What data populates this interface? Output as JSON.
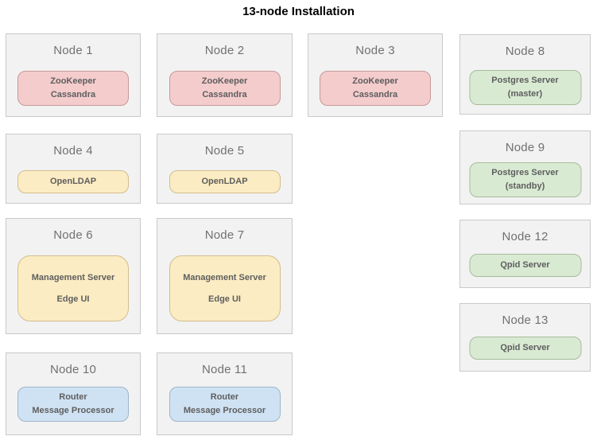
{
  "title": "13-node Installation",
  "palette": {
    "node_box_fill": "#f2f2f2",
    "node_box_border": "#c9c9c9",
    "zookeeper_cassandra_fill": "#f4cccc",
    "openldap_management_fill": "#fcecc3",
    "postgres_qpid_fill": "#d9ead3",
    "router_processor_fill": "#cfe2f3"
  },
  "nodes": [
    {
      "title": "Node 1",
      "services": [
        "ZooKeeper",
        "Cassandra"
      ],
      "color": "pink"
    },
    {
      "title": "Node 2",
      "services": [
        "ZooKeeper",
        "Cassandra"
      ],
      "color": "pink"
    },
    {
      "title": "Node 3",
      "services": [
        "ZooKeeper",
        "Cassandra"
      ],
      "color": "pink"
    },
    {
      "title": "Node 4",
      "services": [
        "OpenLDAP"
      ],
      "color": "yellow"
    },
    {
      "title": "Node 5",
      "services": [
        "OpenLDAP"
      ],
      "color": "yellow"
    },
    {
      "title": "Node 6",
      "services": [
        "Management Server",
        "Edge UI"
      ],
      "color": "yellow"
    },
    {
      "title": "Node 7",
      "services": [
        "Management Server",
        "Edge UI"
      ],
      "color": "yellow"
    },
    {
      "title": "Node 8",
      "services": [
        "Postgres Server",
        "(master)"
      ],
      "color": "green"
    },
    {
      "title": "Node 9",
      "services": [
        "Postgres Server",
        "(standby)"
      ],
      "color": "green"
    },
    {
      "title": "Node 10",
      "services": [
        "Router",
        "Message Processor"
      ],
      "color": "blue"
    },
    {
      "title": "Node 11",
      "services": [
        "Router",
        "Message Processor"
      ],
      "color": "blue"
    },
    {
      "title": "Node 12",
      "services": [
        "Qpid Server"
      ],
      "color": "green"
    },
    {
      "title": "Node 13",
      "services": [
        "Qpid Server"
      ],
      "color": "green"
    }
  ]
}
